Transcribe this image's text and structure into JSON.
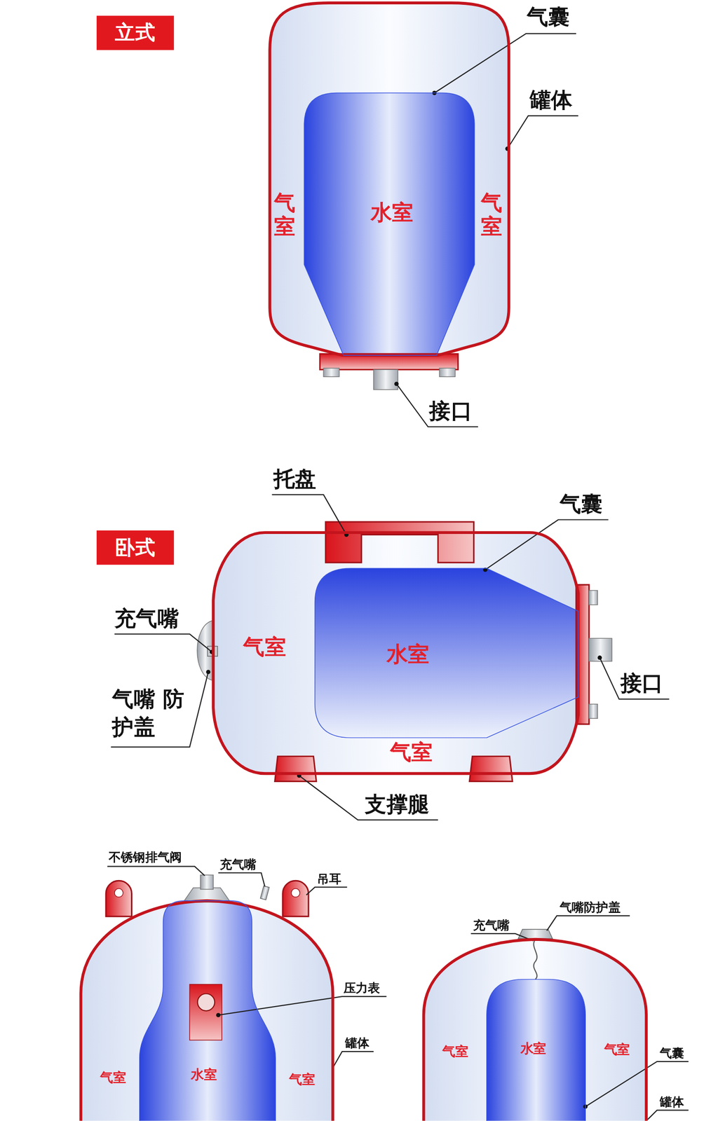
{
  "diagram": {
    "nodes": [
      {
        "text": [
          "立式"
        ]
      },
      {
        "text": [
          "气室",
          "气室"
        ]
      },
      {
        "text": [
          "水室"
        ],
        "in": 1
      },
      {
        "text": [
          "卧式"
        ]
      },
      {
        "text": [
          "气室",
          "气室"
        ]
      },
      {
        "text": [
          "水室"
        ],
        "in": 4
      },
      {
        "text": [
          "气室",
          "气室"
        ]
      },
      {
        "text": [
          "水室"
        ],
        "in": 6
      },
      {
        "text": [
          "气室",
          "气室"
        ]
      },
      {
        "text": [
          "水室"
        ],
        "in": 8
      }
    ],
    "labels": [
      "气囊",
      "罐体",
      "接口",
      "托盘",
      "气囊",
      "充气嘴",
      "气嘴 防护盖",
      "接口",
      "支撑腿",
      "不锈钢排气阀",
      "充气嘴",
      "吊耳",
      "压力表",
      "罐体",
      "气嘴防护盖",
      "充气嘴",
      "气囊",
      "罐体"
    ]
  }
}
